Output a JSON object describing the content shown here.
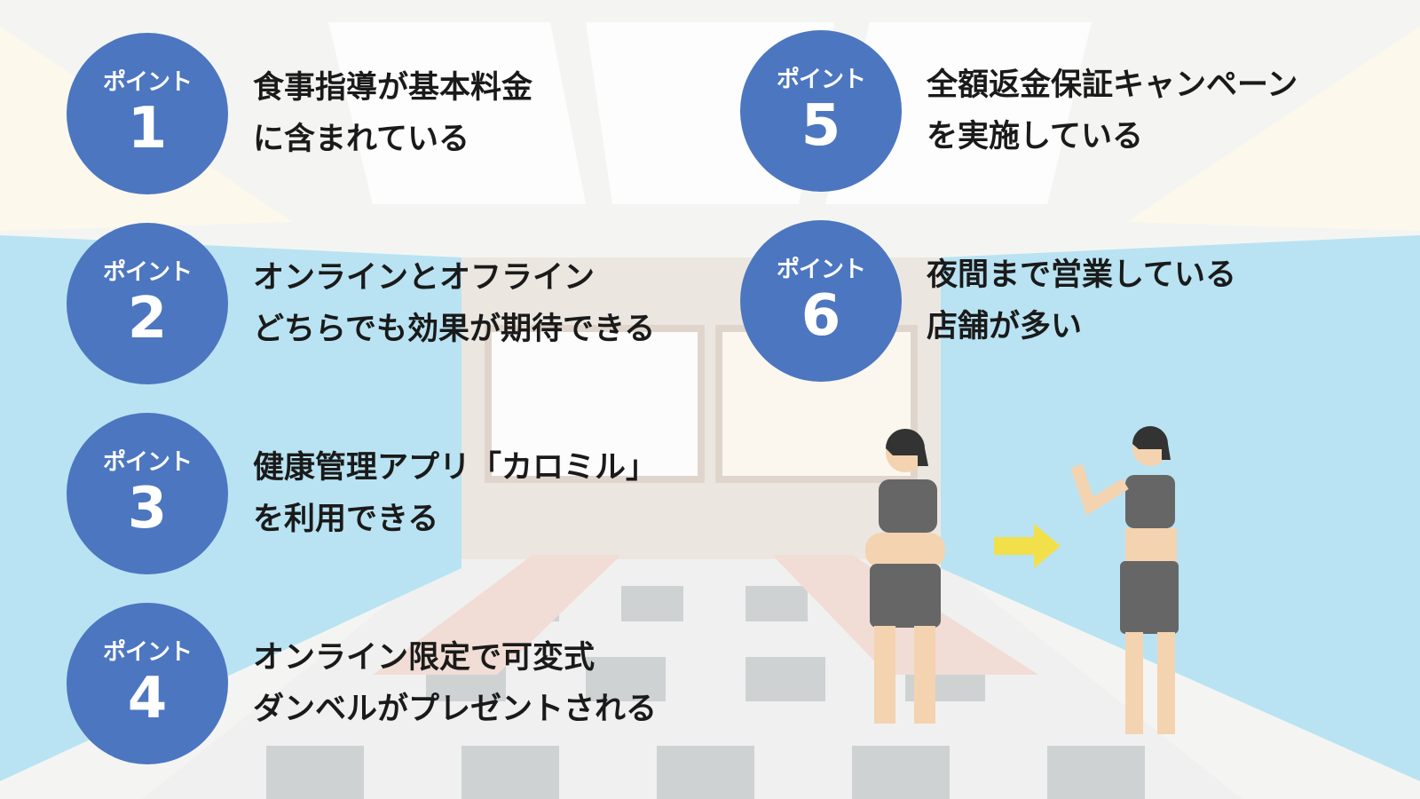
{
  "badge_label": "ポイント",
  "points": [
    {
      "number": "1",
      "lines": [
        "食事指導が基本料金",
        "に含まれている"
      ]
    },
    {
      "number": "2",
      "lines": [
        "オンラインとオフライン",
        "どちらでも効果が期待できる"
      ]
    },
    {
      "number": "3",
      "lines": [
        "健康管理アプリ「カロミル」",
        "を利用できる"
      ]
    },
    {
      "number": "4",
      "lines": [
        "オンライン限定で可変式",
        "ダンベルがプレゼントされる"
      ]
    },
    {
      "number": "5",
      "lines": [
        "全額返金保証キャンペーン",
        "を実施している"
      ]
    },
    {
      "number": "6",
      "lines": [
        "夜間まで営業している",
        "店舗が多い"
      ]
    }
  ],
  "colors": {
    "badge": "#4c76c0",
    "arrow": "#f2e04a",
    "locker": "#b9e3f2"
  }
}
